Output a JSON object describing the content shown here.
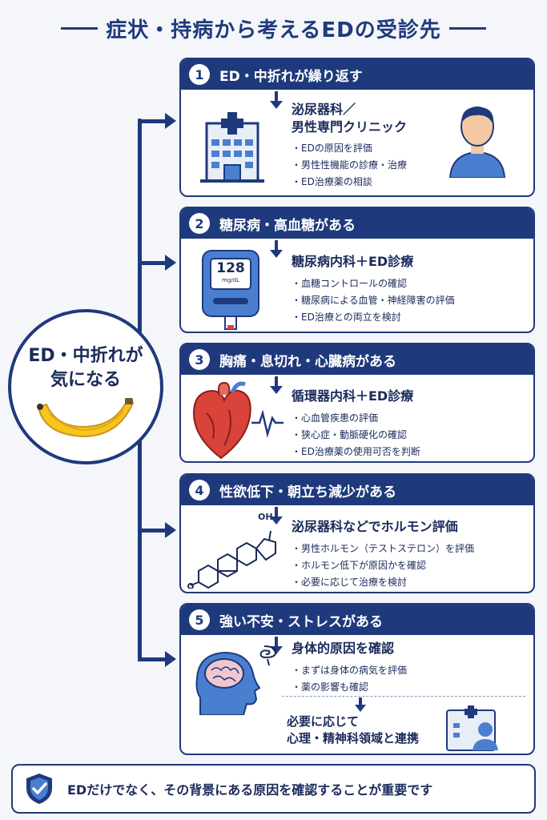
{
  "title": "症状・持病から考えるEDの受診先",
  "start": {
    "text": "ED・中折れが\n気になる"
  },
  "glucose_reading": {
    "value": "128",
    "unit": "mg/dL"
  },
  "hormone_label": "OH",
  "cards": [
    {
      "number": "1",
      "title": "ED・中折れが繰り返す",
      "destination": "泌尿器科／\n男性専門クリニック",
      "bullets": [
        "EDの原因を評価",
        "男性性機能の診療・治療",
        "ED治療薬の相談"
      ]
    },
    {
      "number": "2",
      "title": "糖尿病・高血糖がある",
      "destination": "糖尿病内科＋ED診療",
      "bullets": [
        "血糖コントロールの確認",
        "糖尿病による血管・神経障害の評価",
        "ED治療との両立を検討"
      ]
    },
    {
      "number": "3",
      "title": "胸痛・息切れ・心臓病がある",
      "destination": "循環器内科＋ED診療",
      "bullets": [
        "心血管疾患の評価",
        "狭心症・動脈硬化の確認",
        "ED治療薬の使用可否を判断"
      ]
    },
    {
      "number": "4",
      "title": "性欲低下・朝立ち減少がある",
      "destination": "泌尿器科などでホルモン評価",
      "bullets": [
        "男性ホルモン（テストステロン）を評価",
        "ホルモン低下が原因かを確認",
        "必要に応じて治療を検討"
      ]
    },
    {
      "number": "5",
      "title": "強い不安・ストレスがある",
      "destination": "身体的原因を確認",
      "bullets": [
        "まずは身体の病気を評価",
        "薬の影響も確認"
      ],
      "next_step": "必要に応じて\n心理・精神科領域と連携"
    }
  ],
  "footer": {
    "text": "EDだけでなく、その背景にある原因を確認することが重要です"
  },
  "colors": {
    "navy": "#1f3a7c",
    "accent_blue": "#4a7fd0",
    "heart_red": "#d8443a",
    "banana_yellow": "#f7c51e"
  }
}
